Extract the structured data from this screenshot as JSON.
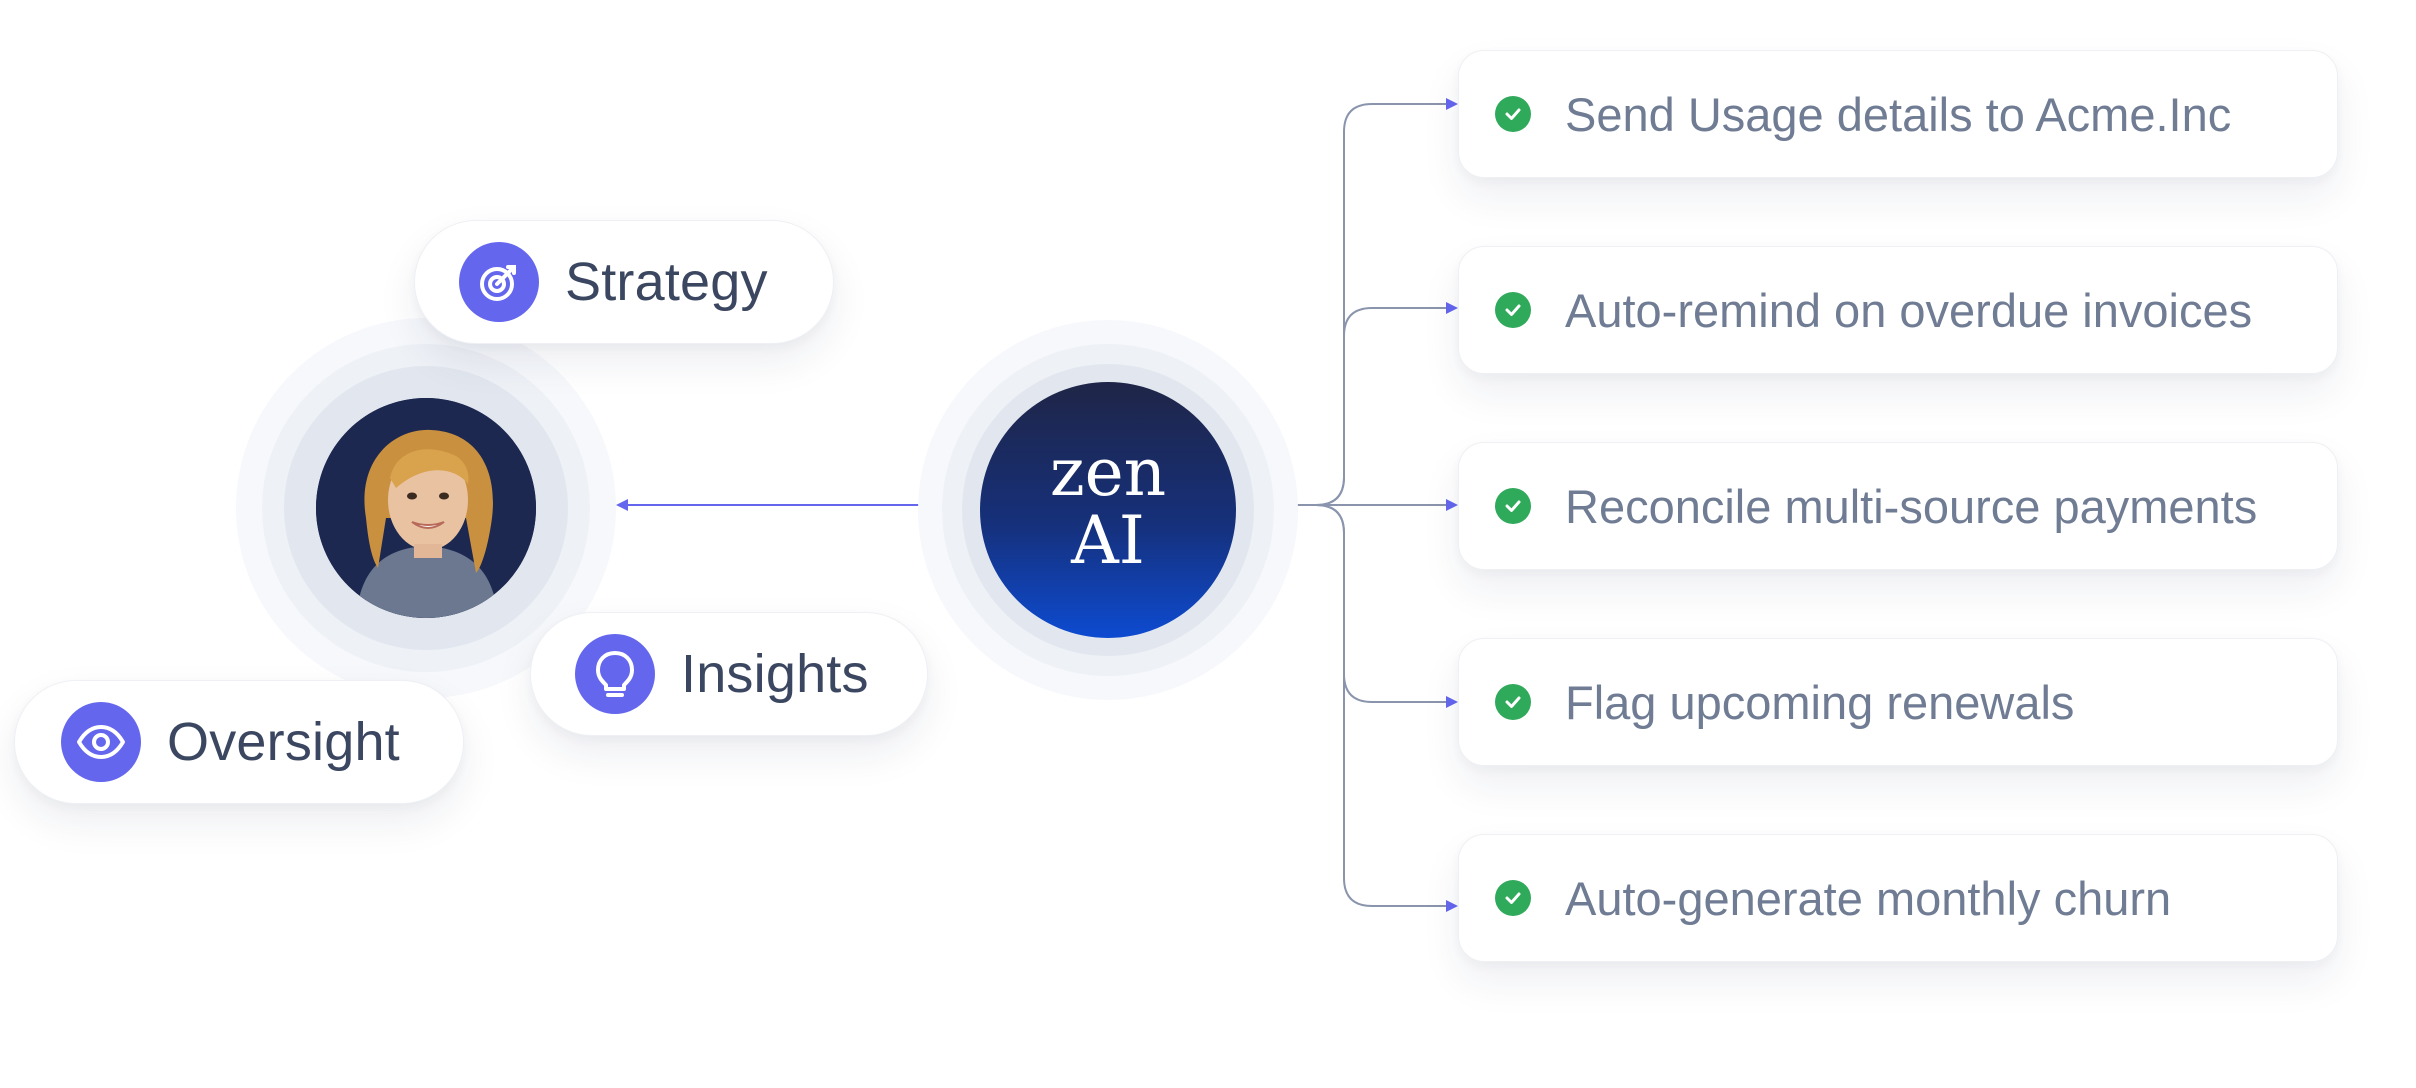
{
  "colors": {
    "accent": "#6466ee",
    "connector": "#8a95ad",
    "arrow": "#6466ee",
    "check": "#2fa95a",
    "label": "#3b4660",
    "task_text": "#6f7c93"
  },
  "person": {
    "avatar_icon": "person-portrait",
    "roles": [
      {
        "label": "Strategy",
        "icon": "target-icon"
      },
      {
        "label": "Insights",
        "icon": "lightbulb-icon"
      },
      {
        "label": "Oversight",
        "icon": "eye-icon"
      }
    ]
  },
  "logo": {
    "line1": "zen",
    "line2": "AI"
  },
  "tasks": [
    {
      "label": "Send Usage details to Acme.Inc",
      "status": "check-circle-icon"
    },
    {
      "label": "Auto-remind on overdue invoices",
      "status": "check-circle-icon"
    },
    {
      "label": "Reconcile multi-source payments",
      "status": "check-circle-icon"
    },
    {
      "label": "Flag upcoming renewals",
      "status": "check-circle-icon"
    },
    {
      "label": "Auto-generate monthly churn",
      "status": "check-circle-icon"
    }
  ]
}
